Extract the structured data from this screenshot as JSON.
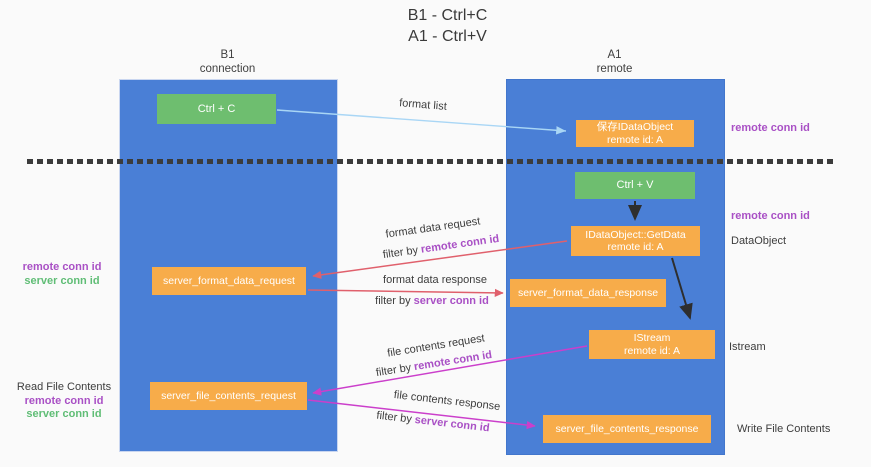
{
  "title": {
    "line1": "B1 - Ctrl+C",
    "line2": "A1 - Ctrl+V"
  },
  "lanes": {
    "left": {
      "name": "B1",
      "role": "connection"
    },
    "right": {
      "name": "A1",
      "role": "remote"
    }
  },
  "nodes": {
    "ctrl_c": "Ctrl + C",
    "ctrl_v": "Ctrl + V",
    "save_idataobject": {
      "line1": "保存IDataObject",
      "line2": "remote id: A"
    },
    "idataobject_getdata": {
      "line1": "IDataObject::GetData",
      "line2": "remote id: A"
    },
    "istream": {
      "line1": "IStream",
      "line2": "remote id: A"
    },
    "server_format_data_request": "server_format_data_request",
    "server_format_data_response": "server_format_data_response",
    "server_file_contents_request": "server_file_contents_request",
    "server_file_contents_response": "server_file_contents_response"
  },
  "arrow_labels": {
    "format_list": "format list",
    "format_data_request": "format data request",
    "format_data_response": "format data response",
    "file_contents_request": "file contents request",
    "file_contents_response": "file contents response",
    "filter_by": "filter by",
    "remote_conn_id": "remote conn id",
    "server_conn_id": "server conn id"
  },
  "side_labels": {
    "remote_conn_id": "remote conn id",
    "server_conn_id": "server conn id",
    "data_object": "DataObject",
    "istream": "Istream",
    "read_file_contents": "Read File Contents",
    "write_file_contents": "Write File Contents"
  },
  "colors": {
    "lane_blue": "#4A7FD6",
    "box_orange": "#F7AC4A",
    "box_green": "#6EBE6F",
    "arrow_red": "#E0606C",
    "arrow_magenta": "#CB3FCB",
    "arrow_lightblue": "#A9D6F5",
    "arrow_black": "#2E2E2E",
    "text_purple": "#A950C5",
    "text_green": "#5FBD75"
  }
}
